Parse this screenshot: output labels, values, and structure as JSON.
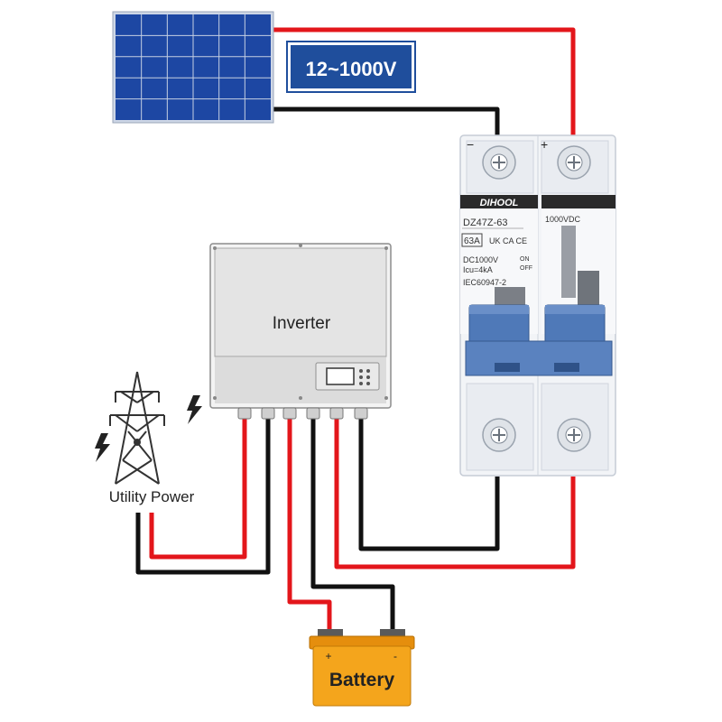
{
  "voltage_label": "12~1000V",
  "inverter": {
    "label": "Inverter"
  },
  "grid": {
    "label": "Utility Power"
  },
  "battery": {
    "label": "Battery",
    "plus": "+",
    "minus": "-"
  },
  "breaker": {
    "brand": "DIHOOL",
    "model": "DZ47Z-63",
    "rating": "63A",
    "dc_rating": "DC1000V",
    "icu": "Icu=4kA",
    "standard": "IEC60947-2",
    "vdc": "1000VDC",
    "on": "ON",
    "off": "OFF",
    "marks": "UK CA  CE",
    "term_minus": "−",
    "term_plus": "+"
  },
  "colors": {
    "positive_wire": "#e3161b",
    "negative_wire": "#111111",
    "label_box": "#1f4e9c",
    "panel": "#1d47a3",
    "battery": "#f4a51c",
    "breaker_handle": "#4f79b8"
  }
}
